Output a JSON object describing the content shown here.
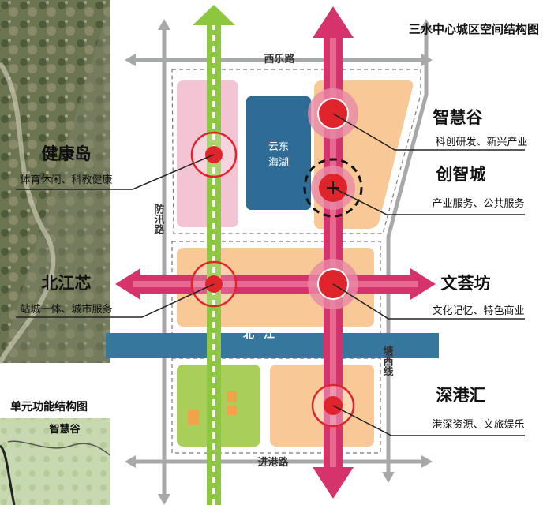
{
  "title": "三水中心城区空间结构图",
  "roads": {
    "west": "西乐路",
    "fangxun": "防汛路",
    "jingang": "进港路",
    "tangxi": "塘西线"
  },
  "river": "北江",
  "lake": "云东海湖",
  "nodes": [
    {
      "id": "jiankangdao",
      "name": "健康岛",
      "desc": "体育休闲、科教健康"
    },
    {
      "id": "beijiangxin",
      "name": "北江芯",
      "desc": "站城一体、城市服务"
    },
    {
      "id": "zhihuigu",
      "name": "智慧谷",
      "desc": "科创研发、新兴产业"
    },
    {
      "id": "chuangzhicheng",
      "name": "创智城",
      "desc": "产业服务、公共服务"
    },
    {
      "id": "wenyifang",
      "name": "文荟坊",
      "desc": "文化记忆、特色商业"
    },
    {
      "id": "shenganghui",
      "name": "深港汇",
      "desc": "港深资源、文旅娱乐"
    }
  ],
  "inset": {
    "title": "单元功能结构图",
    "label": "智慧谷"
  },
  "colors": {
    "red_axis": "#d6336c",
    "green_axis": "#8dc63f",
    "orange_zone": "#f8c896",
    "pink_zone": "#f2c4d4",
    "lake": "#2f6c95",
    "river": "#35779d",
    "node_red": "#e0242c"
  }
}
